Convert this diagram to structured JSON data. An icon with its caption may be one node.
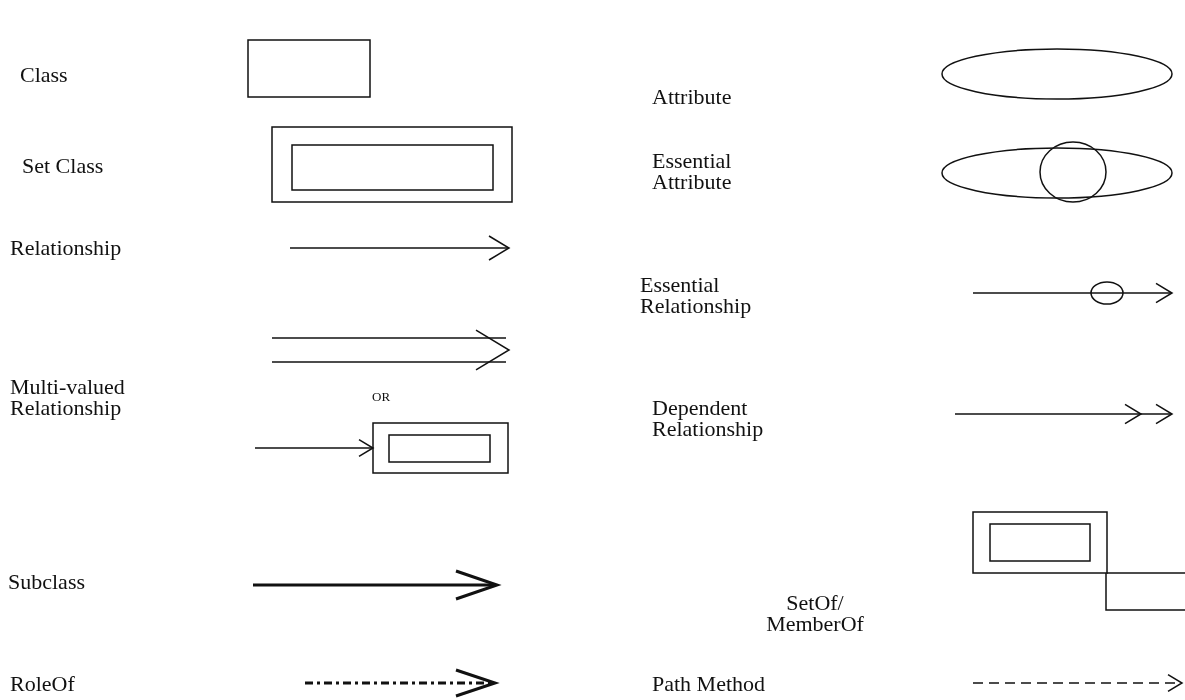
{
  "diagram": {
    "labels": [
      "OR"
    ],
    "legend": [
      {
        "text": "Class"
      },
      {
        "text": "Set Class"
      },
      {
        "text": "Relationship"
      },
      {
        "text": "Multi-valued Relationship"
      },
      {
        "text": "Subclass"
      },
      {
        "text": "RoleOf"
      },
      {
        "text": "Attribute"
      },
      {
        "text": "Essential Attribute"
      },
      {
        "text": "Essential Relationship"
      },
      {
        "text": "Dependent Relationship"
      },
      {
        "text": "SetOf/ MemberOf"
      },
      {
        "text": "Path Method"
      }
    ]
  }
}
